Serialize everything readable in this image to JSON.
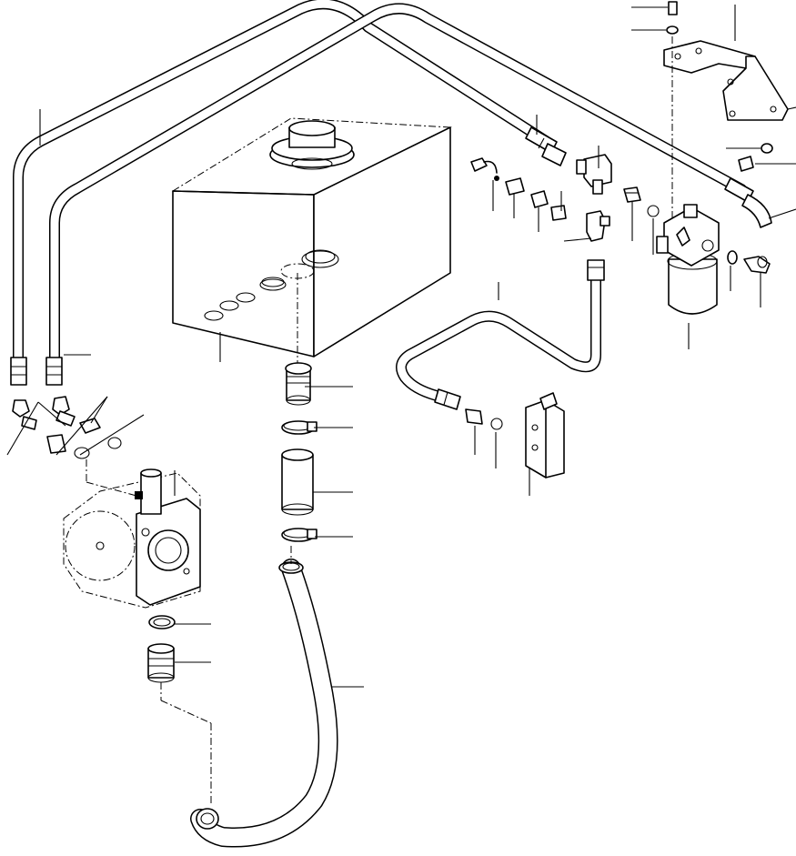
{
  "diagram": {
    "parts": [
      {
        "id": "suction-hose-left-a"
      },
      {
        "id": "suction-hose-left-b"
      },
      {
        "id": "hydraulic-tank"
      },
      {
        "id": "tank-gasket-set"
      },
      {
        "id": "pump-assembly"
      },
      {
        "id": "suction-adapter"
      },
      {
        "id": "hose-clamp-upper"
      },
      {
        "id": "suction-tube-sleeve"
      },
      {
        "id": "hose-clamp-lower"
      },
      {
        "id": "suction-hose-lower"
      },
      {
        "id": "pump-o-ring"
      },
      {
        "id": "pump-union-fitting"
      },
      {
        "id": "return-line-filter"
      },
      {
        "id": "filter-mounting-bracket"
      },
      {
        "id": "tee-fitting"
      },
      {
        "id": "pressure-hose-loop"
      },
      {
        "id": "valve-block"
      },
      {
        "id": "mounting-bolts-and-washers"
      }
    ]
  }
}
